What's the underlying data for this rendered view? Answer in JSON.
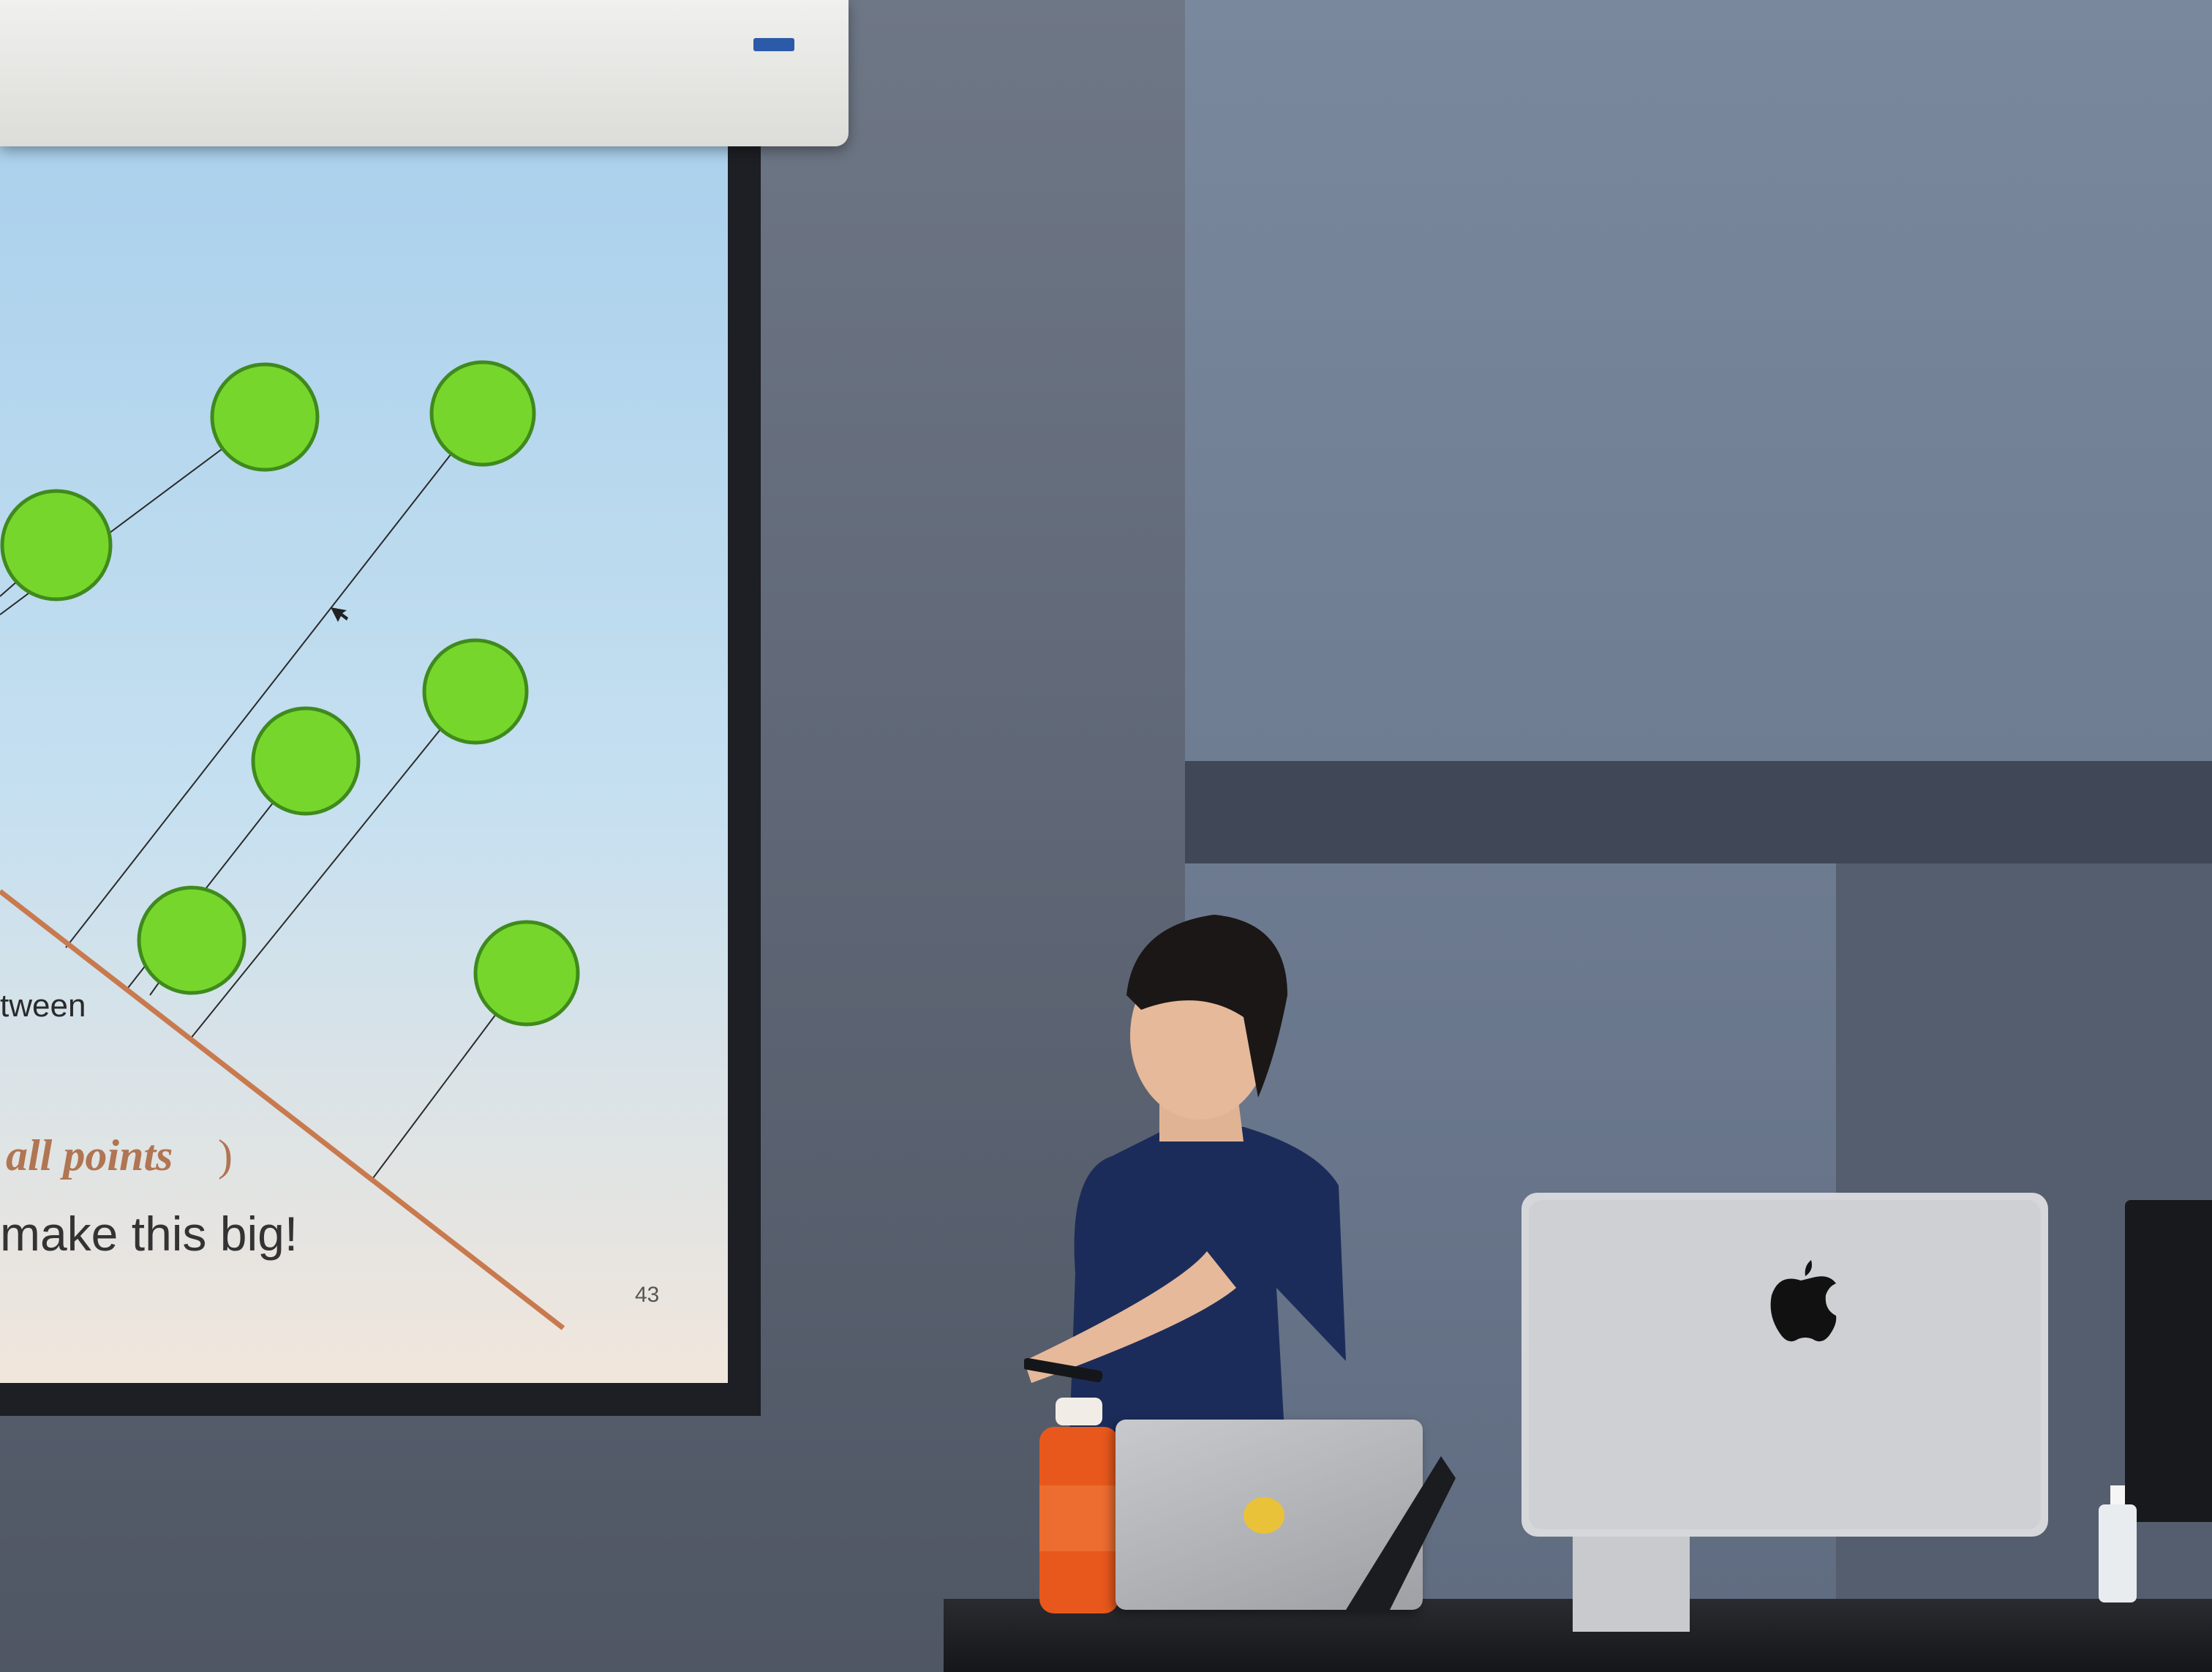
{
  "slide": {
    "text_between": "tween",
    "text_all_points": "all points",
    "text_close_paren": ")",
    "text_make_big": "make this big!",
    "page_number": "43"
  },
  "colors": {
    "slide_background": "#b8d8ee",
    "circle_fill": "#77d62c",
    "circle_stroke": "#3f8a1d",
    "hyperplane_line": "#c87a4e",
    "presenter_shirt": "#1c2c5a",
    "bottle": "#e8581c"
  },
  "icons": {
    "apple_logo": "apple-logo-icon",
    "laptop_sticker": "smiley-sticker-icon"
  }
}
